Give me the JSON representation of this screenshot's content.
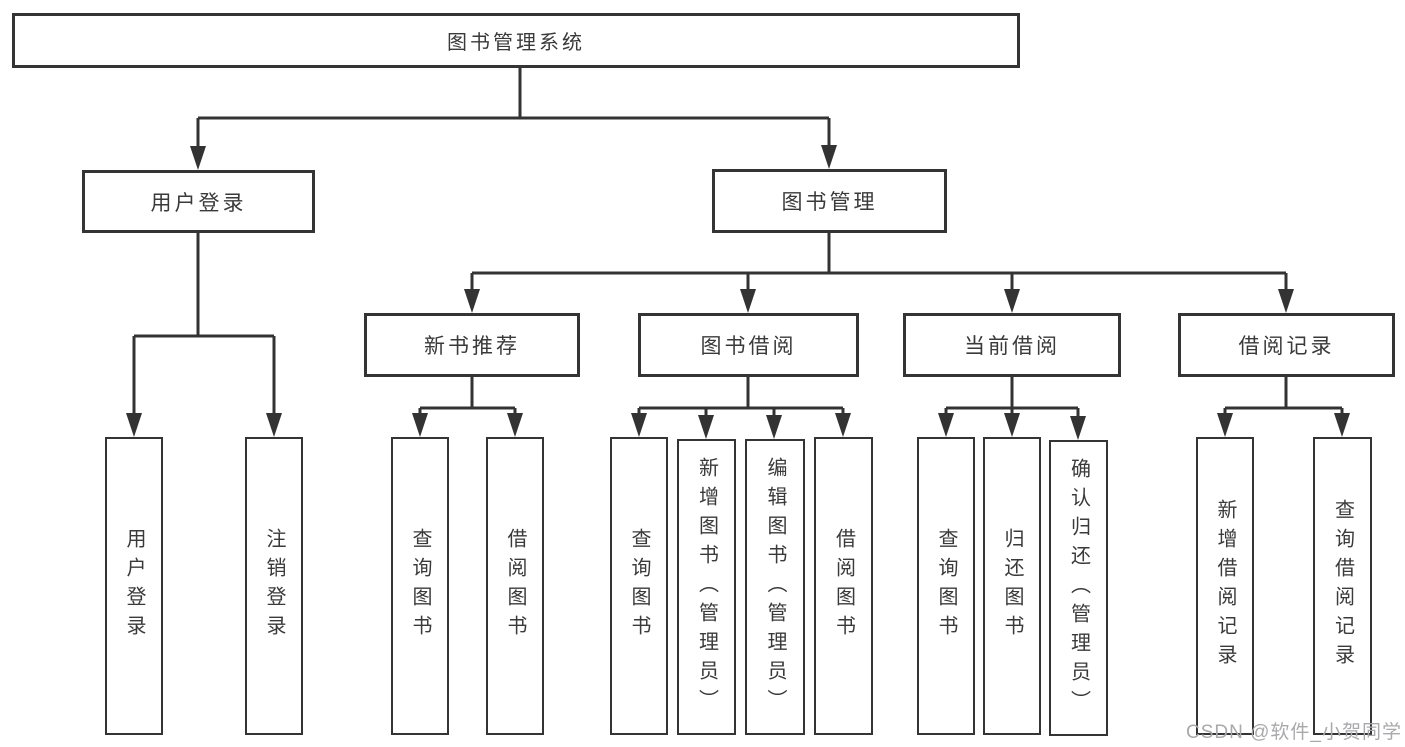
{
  "diagram_title": "图书管理系统",
  "tree": {
    "root": {
      "label": "图书管理系统"
    },
    "user_branch": {
      "label": "用户登录",
      "children": [
        "用户登录",
        "注销登录"
      ]
    },
    "book_branch": {
      "label": "图书管理"
    },
    "groups": [
      {
        "label": "新书推荐",
        "children": [
          "查询图书",
          "借阅图书"
        ]
      },
      {
        "label": "图书借阅",
        "children": [
          "查询图书",
          "新增图书（管理员）",
          "编辑图书（管理员）",
          "借阅图书"
        ]
      },
      {
        "label": "当前借阅",
        "children": [
          "查询图书",
          "归还图书",
          "确认归还（管理员）"
        ]
      },
      {
        "label": "借阅记录",
        "children": [
          "新增借阅记录",
          "查询借阅记录"
        ]
      }
    ]
  },
  "watermark": {
    "text": "CSDN @软件_小贺同学"
  },
  "colors": {
    "line": "#333333",
    "box_border": "#343434",
    "text": "#3a3a3a",
    "watermark": "#a9a9ac",
    "background": "#ffffff"
  }
}
